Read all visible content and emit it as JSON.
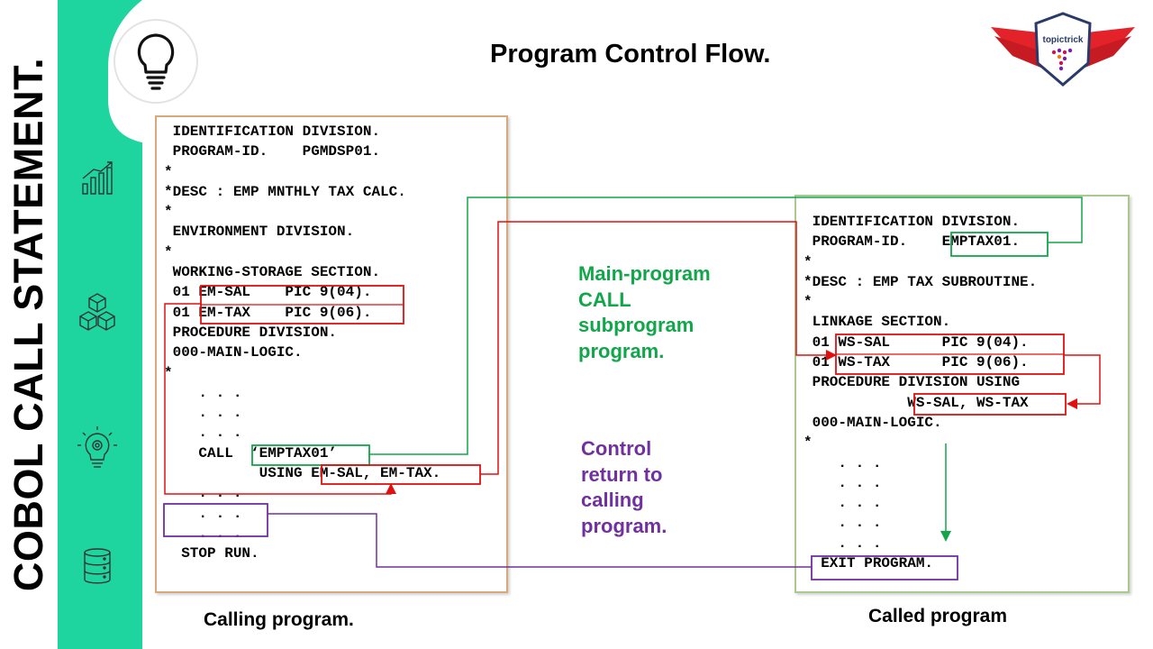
{
  "sidebar": {
    "title": "COBOL CALL STATEMENT.",
    "icons": [
      "lightbulb-icon",
      "bar-chart-icon",
      "cubes-icon",
      "gear-bulb-icon",
      "database-icon"
    ],
    "accent_color": "#1ed5a0"
  },
  "header": {
    "title": "Program Control Flow.",
    "logo_text": "topictrick"
  },
  "calling_program": {
    "caption": "Calling program.",
    "lines": [
      " IDENTIFICATION DIVISION.",
      " PROGRAM-ID.    PGMDSP01.",
      "*",
      "*DESC : EMP MNTHLY TAX CALC.",
      "*",
      " ENVIRONMENT DIVISION.",
      "*",
      " WORKING-STORAGE SECTION.",
      " 01 EM-SAL    PIC 9(04).",
      " 01 EM-TAX    PIC 9(06).",
      " PROCEDURE DIVISION.",
      " 000-MAIN-LOGIC.",
      "*",
      "    . . .",
      "    . . .",
      "    . . .",
      "    CALL  ‘EMPTAX01’",
      "           USING EM-SAL, EM-TAX.",
      "    . . .",
      "    . . .",
      "    . . .",
      "  STOP RUN."
    ]
  },
  "called_program": {
    "caption": "Called program",
    "lines": [
      " IDENTIFICATION DIVISION.",
      " PROGRAM-ID.    EMPTAX01.",
      "*",
      "*DESC : EMP TAX SUBROUTINE.",
      "*",
      " LINKAGE SECTION.",
      " 01 WS-SAL      PIC 9(04).",
      " 01 WS-TAX      PIC 9(06).",
      " PROCEDURE DIVISION USING",
      "            WS-SAL, WS-TAX",
      " 000-MAIN-LOGIC.",
      "*",
      "    . . .",
      "    . . .",
      "    . . .",
      "    . . .",
      "    . . .",
      "  EXIT PROGRAM."
    ]
  },
  "notes": {
    "call_note": "Main-program\nCALL\nsubprogram\nprogram.",
    "return_note": "Control\nreturn to\ncalling\nprogram.",
    "call_color": "#12a64a",
    "return_color": "#7030a0",
    "param_color": "#e01010"
  }
}
